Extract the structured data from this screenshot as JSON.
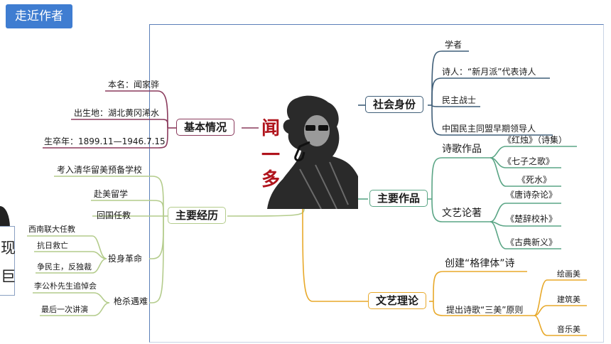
{
  "header": {
    "tag_label": "走近作者"
  },
  "center": {
    "name_chars": [
      "闻",
      "一",
      "多"
    ]
  },
  "branches": {
    "basic": {
      "label": "基本情况",
      "color": "#8a3a5c",
      "items": [
        "本名：闻家骅",
        "出生地：湖北黄冈浠水",
        "生卒年：1899.11—1946.7.15"
      ]
    },
    "experience": {
      "label": "主要经历",
      "color": "#b4cc8c",
      "items": [
        "考入清华留美预备学校",
        "赴美留学",
        "回国任教"
      ],
      "revolution": {
        "label": "投身革命",
        "items": [
          "西南联大任教",
          "抗日救亡",
          "争民主，反独裁"
        ]
      },
      "assassination": {
        "label": "枪杀遇难",
        "items": [
          "李公朴先生追悼会",
          "最后一次讲演"
        ]
      }
    },
    "identity": {
      "label": "社会身份",
      "color": "#3f5e78",
      "items": [
        "学者",
        "诗人：“新月派”代表诗人",
        "民主战士",
        "中国民主同盟早期领导人"
      ]
    },
    "works": {
      "label": "主要作品",
      "color": "#5aa585",
      "poetry": {
        "label": "诗歌作品",
        "items": [
          "《红烛》（诗集）",
          "《七子之歌》",
          "《死水》"
        ]
      },
      "essays": {
        "label": "文艺论著",
        "items": [
          "《唐诗杂论》",
          "《楚辞校补》",
          "《古典新义》"
        ]
      }
    },
    "theory": {
      "label": "文艺理论",
      "color": "#e8a92a",
      "items": [
        "创建“格律体”诗"
      ],
      "three": {
        "label": "提出诗歌“三美”原则",
        "items": [
          "绘画美",
          "建筑美",
          "音乐美"
        ]
      }
    }
  },
  "side_card": {
    "chars": [
      "现",
      "巨"
    ]
  }
}
